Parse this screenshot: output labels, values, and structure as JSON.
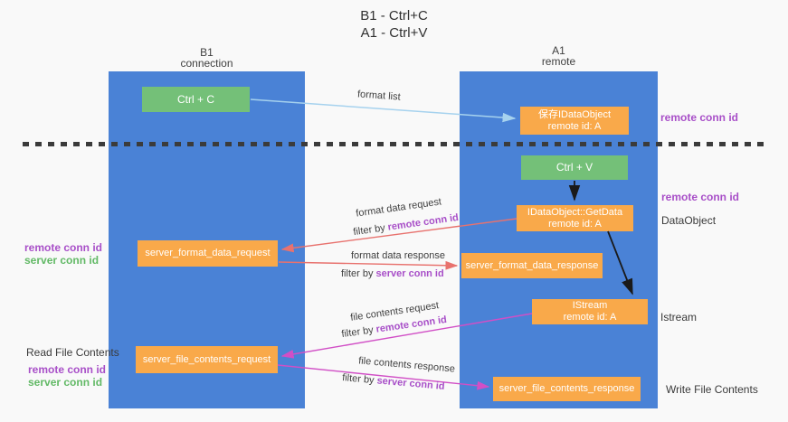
{
  "title": {
    "line1": "B1 - Ctrl+C",
    "line2": "A1 - Ctrl+V"
  },
  "columns": {
    "left": {
      "name": "B1",
      "role": "connection"
    },
    "right": {
      "name": "A1",
      "role": "remote"
    }
  },
  "nodes": {
    "ctrl_c": {
      "label": "Ctrl + C"
    },
    "ctrl_v": {
      "label": "Ctrl + V"
    },
    "save_idataobject": {
      "line1": "保存IDataObject",
      "line2": "remote id: A"
    },
    "idataobject_getdata": {
      "line1": "IDataObject::GetData",
      "line2": "remote id: A"
    },
    "istream": {
      "line1": "IStream",
      "line2": "remote id: A"
    },
    "server_format_data_request": {
      "label": "server_format_data_request"
    },
    "server_format_data_response": {
      "label": "server_format_data_response"
    },
    "server_file_contents_request": {
      "label": "server_file_contents_request"
    },
    "server_file_contents_response": {
      "label": "server_file_contents_response"
    }
  },
  "edges": {
    "format_list": {
      "label": "format list"
    },
    "format_data_request": {
      "label": "format data request",
      "filter_prefix": "filter by ",
      "filter_id": "remote conn id"
    },
    "format_data_response": {
      "label": "format data response",
      "filter_prefix": "filter by ",
      "filter_id": "server conn id"
    },
    "file_contents_request": {
      "label": "file contents request",
      "filter_prefix": "filter by ",
      "filter_id": "remote conn id"
    },
    "file_contents_response": {
      "label": "file contents response",
      "filter_prefix": "filter by ",
      "filter_id": "server conn id"
    }
  },
  "side_labels": {
    "right_remote_conn_id_top": "remote conn id",
    "right_remote_conn_id_mid": "remote conn id",
    "dataobject": "DataObject",
    "istream": "Istream",
    "write_file_contents": "Write File Contents",
    "left_top_remote": "remote conn id",
    "left_top_server": "server conn id",
    "read_file_contents": "Read File Contents",
    "left_bottom_remote": "remote conn id",
    "left_bottom_server": "server conn id"
  },
  "colors": {
    "lifeline_blue": "#4a82d6",
    "node_orange": "#f9a94a",
    "node_green": "#74c078",
    "arrow_lightblue": "#a6d2ee",
    "arrow_red": "#e8726e",
    "arrow_magenta": "#d14fc6",
    "arrow_black": "#1a1a1a",
    "id_purple": "#a84fc8",
    "id_green": "#62b966",
    "background": "#f9f9f9"
  }
}
